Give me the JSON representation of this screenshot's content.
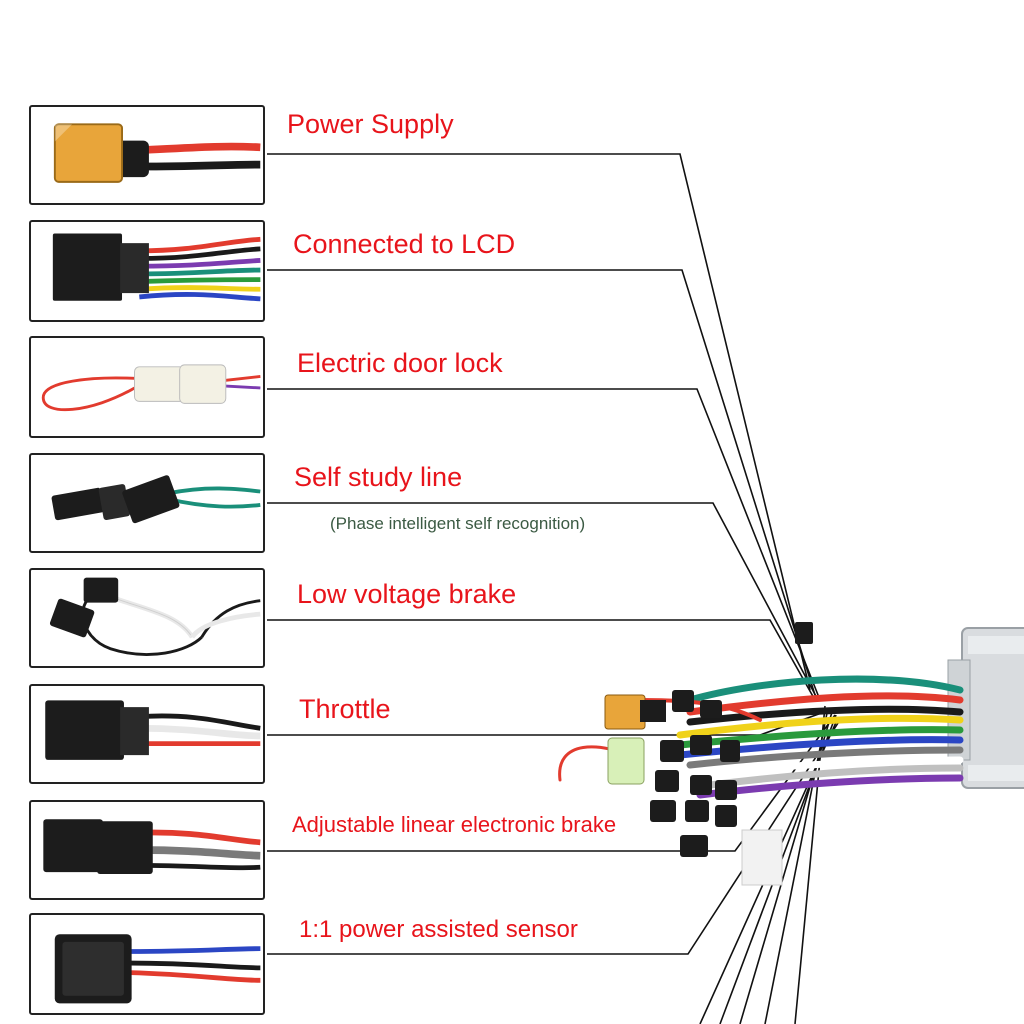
{
  "connectors": [
    {
      "label": "Power Supply",
      "icon": "xt60-connector-icon"
    },
    {
      "label": "Connected to LCD",
      "icon": "multi-pin-connector-icon"
    },
    {
      "label": "Electric door lock",
      "icon": "loop-plug-connector-icon"
    },
    {
      "label": "Self study line",
      "sublabel": "(Phase intelligent self recognition)",
      "icon": "two-pin-plug-icon"
    },
    {
      "label": "Low voltage brake",
      "icon": "small-two-pin-connector-icon"
    },
    {
      "label": "Throttle",
      "icon": "three-pin-connector-icon"
    },
    {
      "label": "Adjustable linear electronic brake",
      "icon": "brake-connector-icon"
    },
    {
      "label": "1:1 power assisted sensor",
      "icon": "sensor-connector-icon"
    }
  ],
  "colors": {
    "label": "#e8141b",
    "sublabel": "#3b5a43",
    "leader_line": "#111111",
    "connector_black": "#1c1c1c",
    "xt60_yellow": "#e8a53a",
    "controller_silver": "#d9dcdf"
  }
}
